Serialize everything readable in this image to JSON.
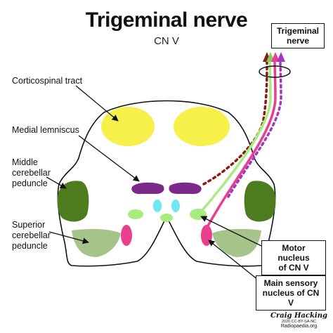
{
  "title": "Trigeminal nerve",
  "subtitle": "CN V",
  "labels": {
    "corticospinal": "Corticospinal tract",
    "medial_lemniscus": "Medial lemniscus",
    "middle_cerebellar": [
      "Middle",
      "cerebellar",
      "peduncle"
    ],
    "superior_cerebellar": [
      "Superior",
      "cerebellar",
      "peduncle"
    ]
  },
  "boxes": {
    "nerve": [
      "Trigeminal",
      "nerve"
    ],
    "motor": [
      "Motor nucleus",
      "of CN V"
    ],
    "sensory": [
      "Main sensory",
      "nucleus of CN V"
    ]
  },
  "credit": {
    "signature": "Craig Hacking",
    "license": "2020 CC-BY-SA-NC",
    "site": "Radiopaedia.org"
  },
  "colors": {
    "corticospinal": "#f7ef4a",
    "medial_lemniscus": "#7b2a8a",
    "middle_cerebellar": "#4d7c1f",
    "superior_cerebellar": "#a6c48a",
    "motor_nucleus": "#a8ec80",
    "main_sensory_nucleus": "#e8408f",
    "fourth_ventricle": "#6fe8f2",
    "nerve_fiber_brown": "#8b1c14",
    "nerve_fiber_pink": "#d83aa0",
    "nerve_fiber_purple": "#a536c0"
  }
}
